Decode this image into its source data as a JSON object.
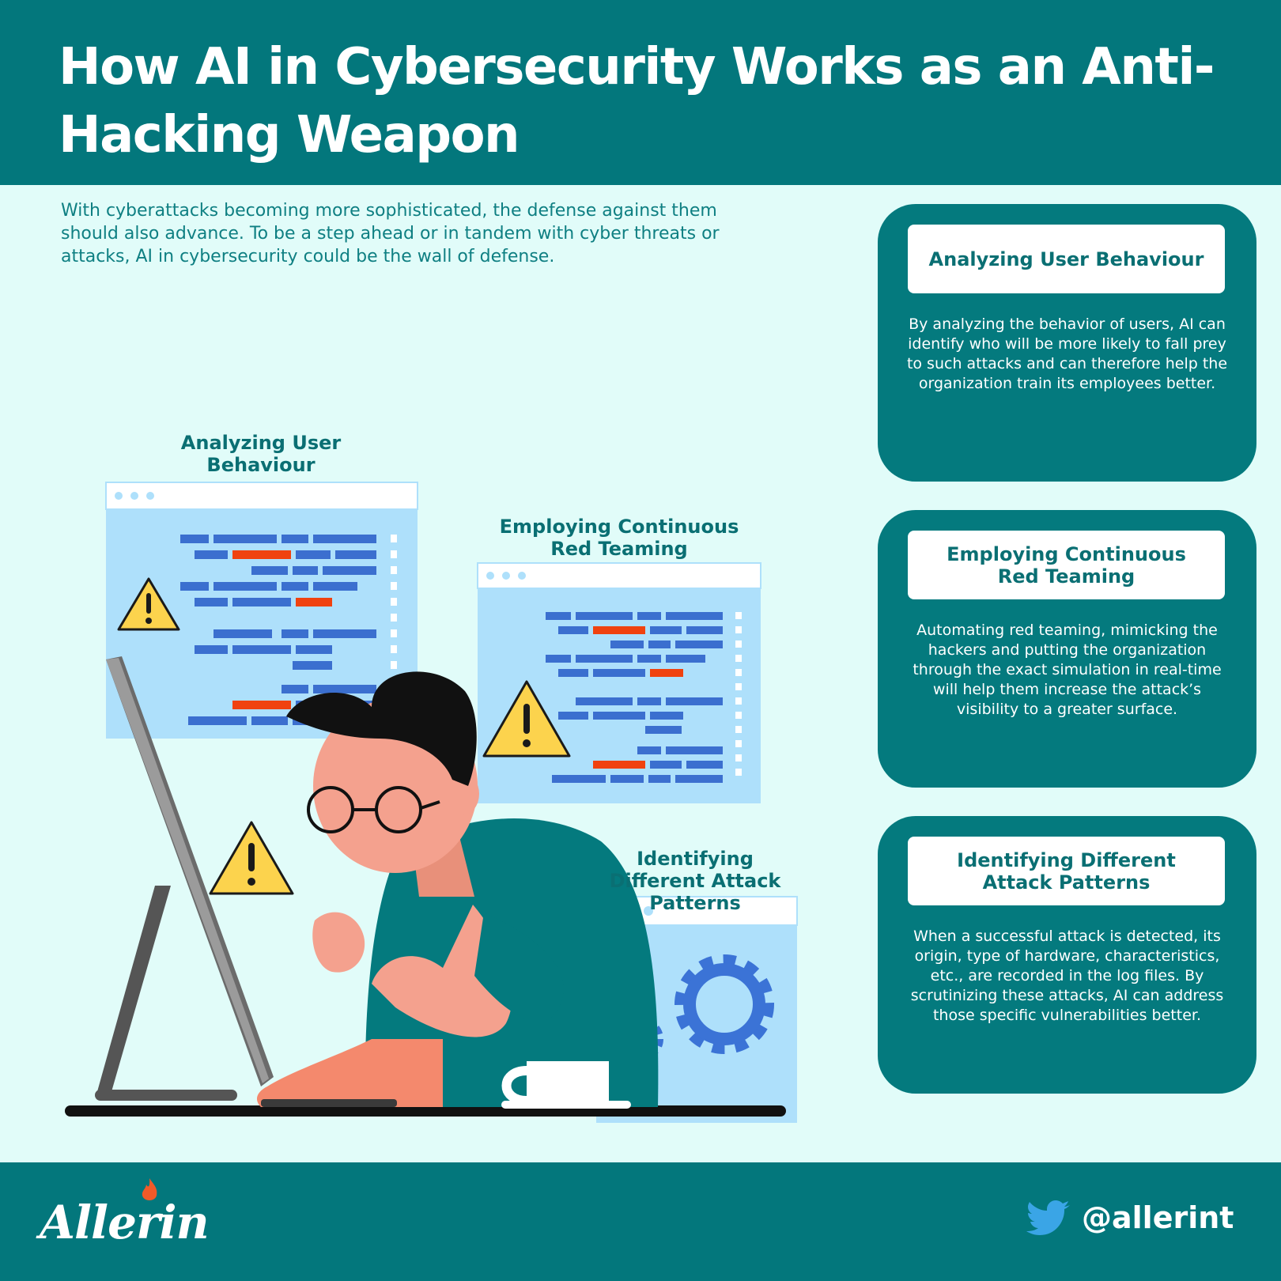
{
  "header": {
    "title": "How AI in Cybersecurity Works as an Anti-Hacking Weapon"
  },
  "intro": {
    "text": "With cyberattacks becoming more sophisticated, the defense against them should also advance. To be a step ahead or in tandem with cyber threats or attacks, AI in cybersecurity could be the wall of defense."
  },
  "illustration": {
    "labels": [
      {
        "text": "Analyzing User Behaviour"
      },
      {
        "text": "Employing Continuous Red Teaming"
      },
      {
        "text": "Identifying Different Attack Patterns"
      }
    ]
  },
  "cards": [
    {
      "title": "Analyzing User Behaviour",
      "body": "By analyzing the behavior of users, AI can identify who will be more likely to fall prey to such attacks and can therefore help the organization train its employees better."
    },
    {
      "title": "Employing Continuous Red Teaming",
      "body": "Automating red teaming, mimicking the hackers and putting the organization through the exact simulation in real-time will help them increase the attack’s visibility to a greater surface."
    },
    {
      "title": "Identifying Different Attack Patterns",
      "body": "When a successful attack is detected, its origin, type of hardware, characteristics, etc., are recorded in the log files. By scrutinizing these attacks, AI can address those specific vulnerabilities better."
    }
  ],
  "footer": {
    "brand": "Allerin",
    "handle": "@allerint",
    "social_icon": "twitter-icon"
  },
  "colors": {
    "teal": "#03777c",
    "background": "#e1fcf9",
    "accent_blue": "#3b6fcf",
    "alert_red": "#f0420f",
    "warning_yellow": "#fcd34d"
  }
}
